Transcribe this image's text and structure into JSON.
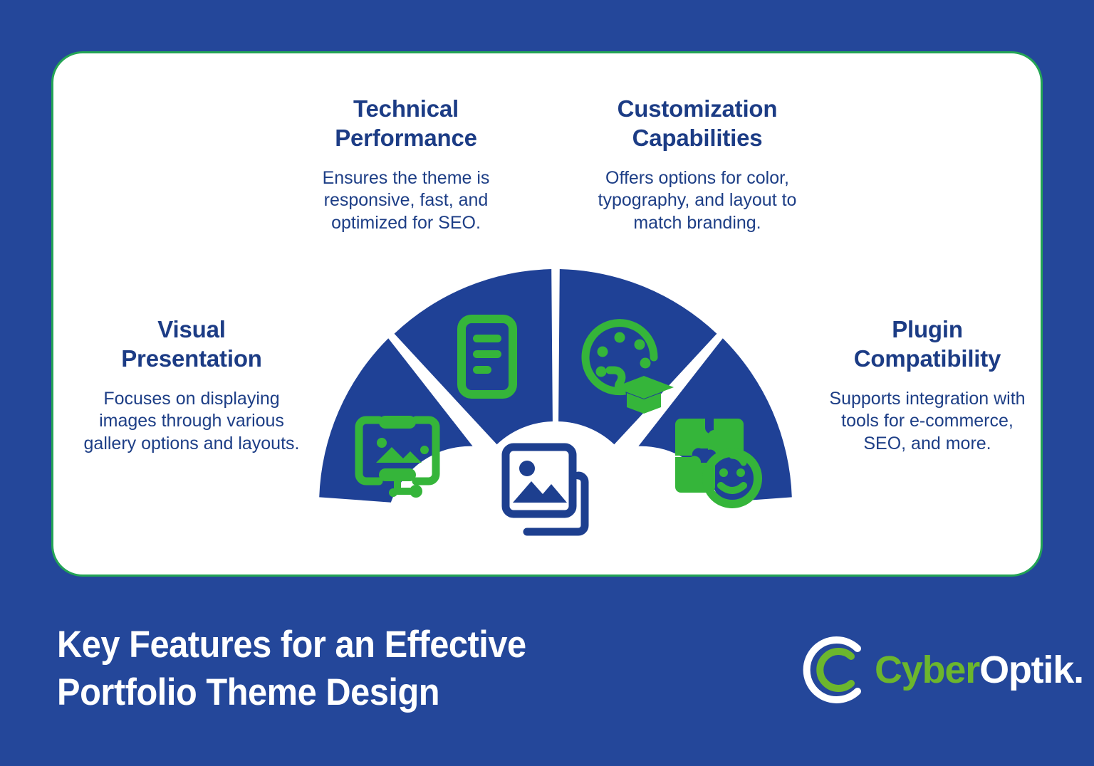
{
  "theme": {
    "background_color": "#24479a",
    "card_background": "#ffffff",
    "card_border_color": "#23a455",
    "heading_color": "#1c3c85",
    "body_text_color": "#1d3e86",
    "accent_green": "#35b53a",
    "segment_color": "#1f4196",
    "logo_green": "#6cb62d",
    "logo_white": "#ffffff"
  },
  "features": [
    {
      "id": "visual-presentation",
      "title": "Visual Presentation",
      "title_lines": [
        "Visual",
        "Presentation"
      ],
      "description": "Focuses on displaying images through various gallery options and layouts.",
      "icon": "gallery-image-icon",
      "position": "left"
    },
    {
      "id": "technical-performance",
      "title": "Technical Performance",
      "title_lines": [
        "Technical",
        "Performance"
      ],
      "description": "Ensures the theme is responsive, fast, and optimized for SEO.",
      "icon": "document-lines-icon",
      "position": "top-left"
    },
    {
      "id": "customization-capabilities",
      "title": "Customization Capabilities",
      "title_lines": [
        "Customization",
        "Capabilities"
      ],
      "description": "Offers options for color, typography, and layout to match branding.",
      "icon": "palette-graduation-cap-icon",
      "position": "top-right"
    },
    {
      "id": "plugin-compatibility",
      "title": "Plugin Compatibility",
      "title_lines": [
        "Plugin",
        "Compatibility"
      ],
      "description": "Supports integration with tools for e-commerce, SEO, and more.",
      "icon": "puzzle-smiley-icon",
      "position": "right"
    }
  ],
  "center": {
    "icon": "photos-stack-icon"
  },
  "headline": {
    "line1": "Key Features for an Effective",
    "line2": "Portfolio Theme Design"
  },
  "logo": {
    "mark": "cyberoptik-circle-icon",
    "text_primary": "Cyber",
    "text_secondary": "Optik."
  },
  "chart_data": {
    "type": "pie",
    "title": "Key Features for an Effective Portfolio Theme Design",
    "subtype": "half-donut",
    "categories": [
      "Visual Presentation",
      "Technical Performance",
      "Customization Capabilities",
      "Plugin Compatibility"
    ],
    "values": [
      25,
      25,
      25,
      25
    ],
    "segment_count": 4,
    "start_angle": 180,
    "end_angle": 360,
    "legend": "external labels around arc",
    "grid": false
  }
}
